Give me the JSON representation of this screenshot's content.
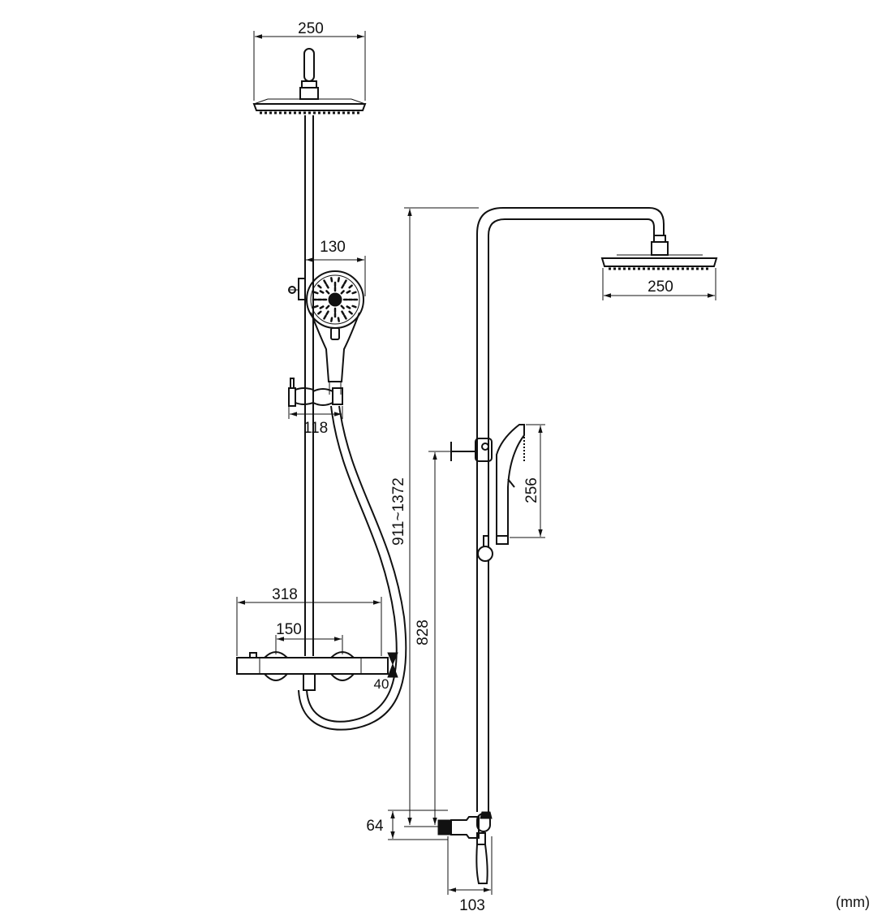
{
  "front_view": {
    "head_width": "250",
    "handshower_width": "130",
    "slider_width": "118",
    "mixer_length": "318",
    "mixer_center_distance": "150",
    "outlet_height": "40"
  },
  "side_view": {
    "riser_height": "911~1372",
    "head_width": "250",
    "handshower_length": "256",
    "bracket_height": "828",
    "inlet_height": "64",
    "projection": "103"
  },
  "unit": "(mm)"
}
